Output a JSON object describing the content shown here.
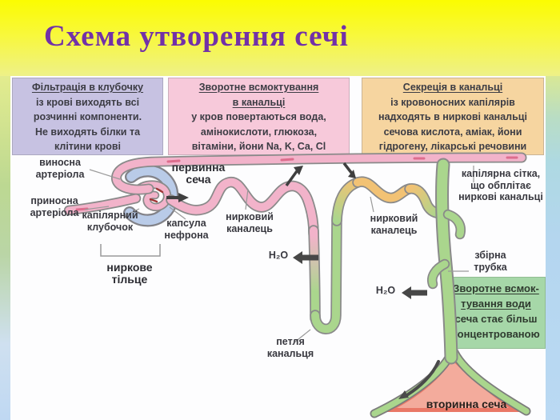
{
  "title": "Схема утворення сечі",
  "info_boxes": {
    "filtration": {
      "title": "Фільтрація в клубочку",
      "body": [
        "із крові  виходять всі",
        "розчинні компоненти.",
        "Не виходять білки та",
        "клітини крові"
      ]
    },
    "reabsorption": {
      "title_lines": [
        "Зворотне всмоктування",
        "в канальці"
      ],
      "body": [
        "у кров повертаються вода,",
        "амінокислоти, глюкоза,",
        "вітаміни, йони Na, K, Ca, Cl"
      ]
    },
    "secretion": {
      "title": "Секреція в канальці",
      "body": [
        "із кровоносних капілярів",
        "надходять в ниркові канальці",
        "сечова кислота, аміак, йони",
        "гідрогену, лікарські речовини"
      ]
    },
    "water_reabsorption": {
      "title_lines": [
        "Зворотне всмок-",
        "тування води"
      ],
      "body": [
        "сеча стає більш",
        "концентрованою"
      ]
    }
  },
  "diagram_labels": {
    "efferent_arteriole": "виносна\nартеріола",
    "afferent_arteriole": "приносна\nартеріола",
    "capillary_glomerulus": "капілярний\nклубочок",
    "nephron_capsule": "капсула\nнефрона",
    "renal_corpuscle": "ниркове\nтільце",
    "primary_urine": "первинна\nсеча",
    "renal_tubule_1": "нирковий\nканалець",
    "renal_tubule_2": "нирковий\nканалець",
    "capillary_network": "капілярна сітка,\nщо обплітає\nниркові канальці",
    "collecting_duct": "збірна\nтрубка",
    "tubule_loop": "петля\nканальця",
    "secondary_urine": "вторинна сеча",
    "water_1": "H₂O",
    "water_2": "H₂O"
  },
  "colors": {
    "header_yellow": "#fbfc01",
    "title_purple": "#7231a8",
    "box_filtration_bg": "#c7c2e2",
    "box_reabsorption_bg": "#f7c9da",
    "box_secretion_bg": "#f6d5a0",
    "box_water_bg": "#a6d7a8",
    "tube_pink": "#f2b3ca",
    "tube_green": "#aad68d",
    "tube_orange": "#f2c274",
    "capsule_blue": "#b9cbe8",
    "pelvis_red": "#e97766"
  }
}
